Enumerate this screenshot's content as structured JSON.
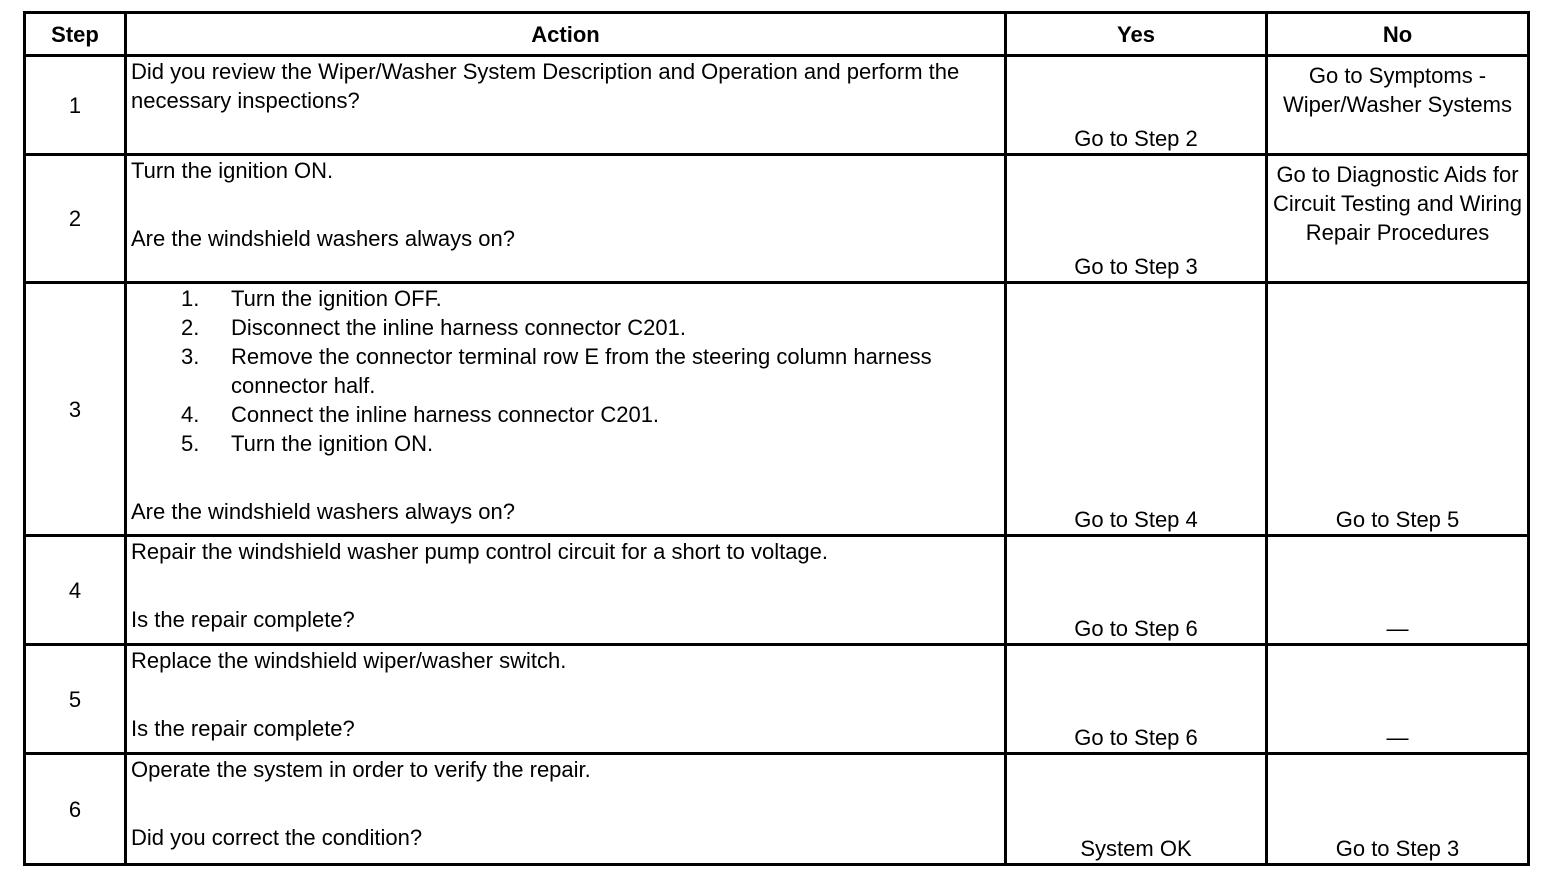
{
  "headers": {
    "step": "Step",
    "action": "Action",
    "yes": "Yes",
    "no": "No"
  },
  "rows": [
    {
      "step": "1",
      "action": "Did you review the Wiper/Washer System Description and Operation and perform the necessary inspections?",
      "yes": "Go to Step 2",
      "no": "Go to Symptoms - Wiper/Washer Systems"
    },
    {
      "step": "2",
      "action": "Turn the ignition ON.",
      "question": "Are the windshield washers always on?",
      "yes": "Go to Step 3",
      "no": "Go to Diagnostic Aids for Circuit Testing and Wiring Repair Procedures"
    },
    {
      "step": "3",
      "substeps": [
        {
          "num": "1.",
          "text": "Turn the ignition OFF."
        },
        {
          "num": "2.",
          "text": "Disconnect the inline harness connector C201."
        },
        {
          "num": "3.",
          "text": "Remove the connector terminal row E from the steering column harness connector half."
        },
        {
          "num": "4.",
          "text": "Connect the inline harness connector C201."
        },
        {
          "num": "5.",
          "text": "Turn the ignition ON."
        }
      ],
      "question": "Are the windshield washers always on?",
      "yes": "Go to Step 4",
      "no": "Go to Step 5"
    },
    {
      "step": "4",
      "action": "Repair the windshield washer pump control circuit for a short to voltage.",
      "question": "Is the repair complete?",
      "yes": "Go to Step 6",
      "no": "—"
    },
    {
      "step": "5",
      "action": "Replace the windshield wiper/washer switch.",
      "question": "Is the repair complete?",
      "yes": "Go to Step 6",
      "no": "—"
    },
    {
      "step": "6",
      "action": "Operate the system in order to verify the repair.",
      "question": "Did you correct the condition?",
      "yes": "System OK",
      "no": "Go to Step 3"
    }
  ]
}
